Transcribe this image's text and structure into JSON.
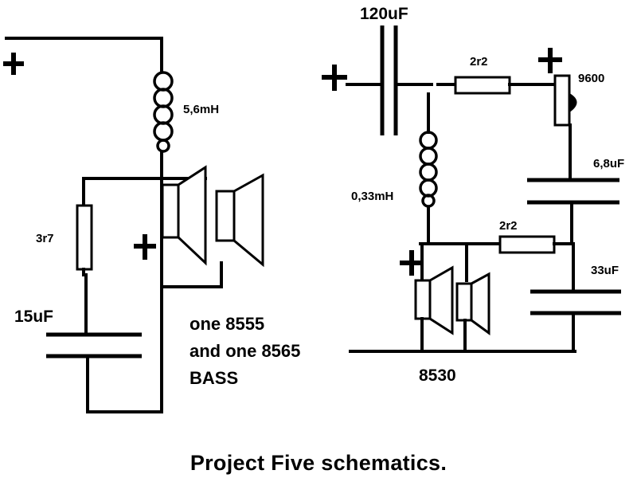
{
  "left_circuit": {
    "inductor_label": "5,6mH",
    "resistor_label": "3r7",
    "capacitor_label": "15uF",
    "drivers_line1": "one 8555",
    "drivers_line2": "and one 8565",
    "drivers_line3": "BASS"
  },
  "right_circuit": {
    "input_cap_label": "120uF",
    "resistor_top_label": "2r2",
    "driver_top_label": "9600",
    "capacitor_mid_label": "6,8uF",
    "inductor_label": "0,33mH",
    "resistor_bottom_label": "2r2",
    "capacitor_bottom_label": "33uF",
    "driver_label": "8530"
  },
  "title": "Project Five schematics."
}
